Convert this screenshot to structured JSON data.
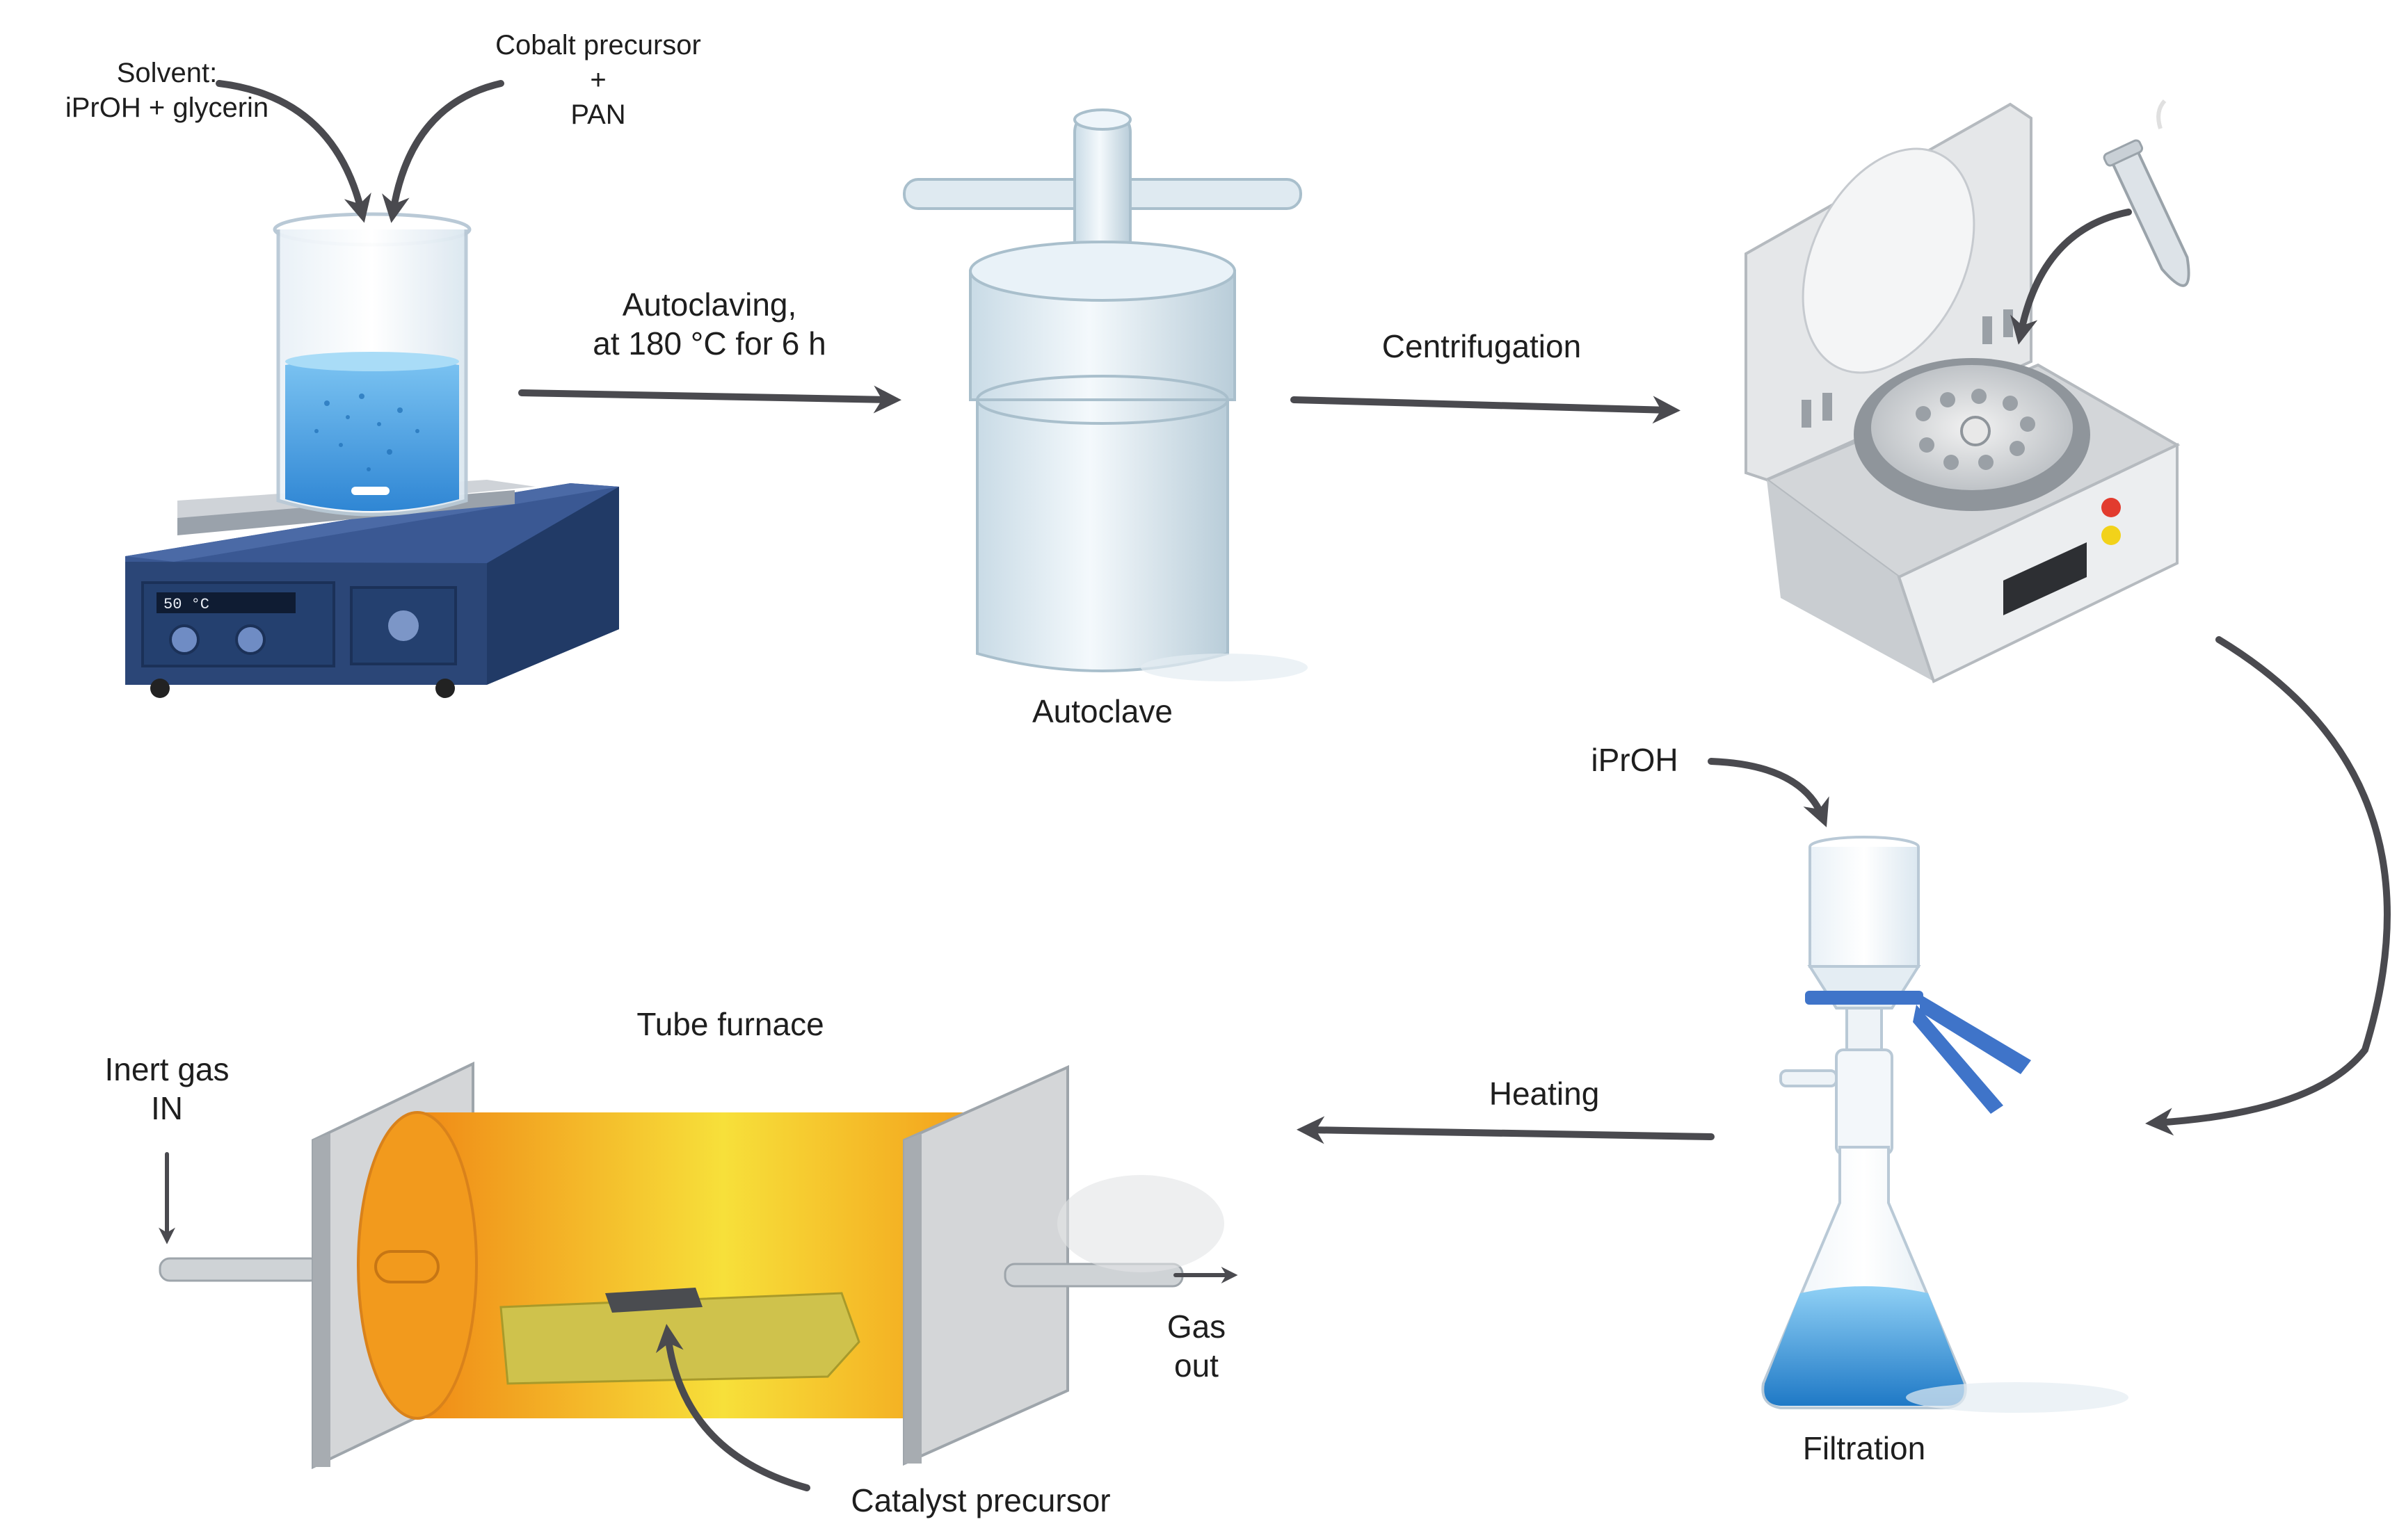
{
  "labels": {
    "solvent_line1": "Solvent:",
    "solvent_line2": "iPrOH + glycerin",
    "cobalt_line1": "Cobalt precursor",
    "cobalt_plus": "+",
    "cobalt_line3": "PAN",
    "autoclaving_line1": "Autoclaving,",
    "autoclaving_line2": "at 180 °C for 6 h",
    "autoclave": "Autoclave",
    "centrifugation": "Centrifugation",
    "iproh": "iPrOH",
    "filtration": "Filtration",
    "heating": "Heating",
    "tube_furnace": "Tube furnace",
    "inert_gas_line1": "Inert gas",
    "inert_gas_line2": "IN",
    "gas_out_line1": "Gas",
    "gas_out_line2": "out",
    "catalyst_precursor": "Catalyst precursor",
    "hotplate_display": "50 °C"
  },
  "colors": {
    "hotplate_body": "#2b4677",
    "liquid_blue": "#3b9be0",
    "furnace_orange": "#f5a21a",
    "furnace_yellow": "#f7e03a",
    "boat": "#cfc24c",
    "arrow": "#4a4a4f"
  },
  "icons": [
    "beaker-icon",
    "hotplate-icon",
    "autoclave-icon",
    "centrifuge-icon",
    "test-tube-icon",
    "filter-funnel-icon",
    "erlenmeyer-flask-icon",
    "tube-furnace-icon"
  ]
}
